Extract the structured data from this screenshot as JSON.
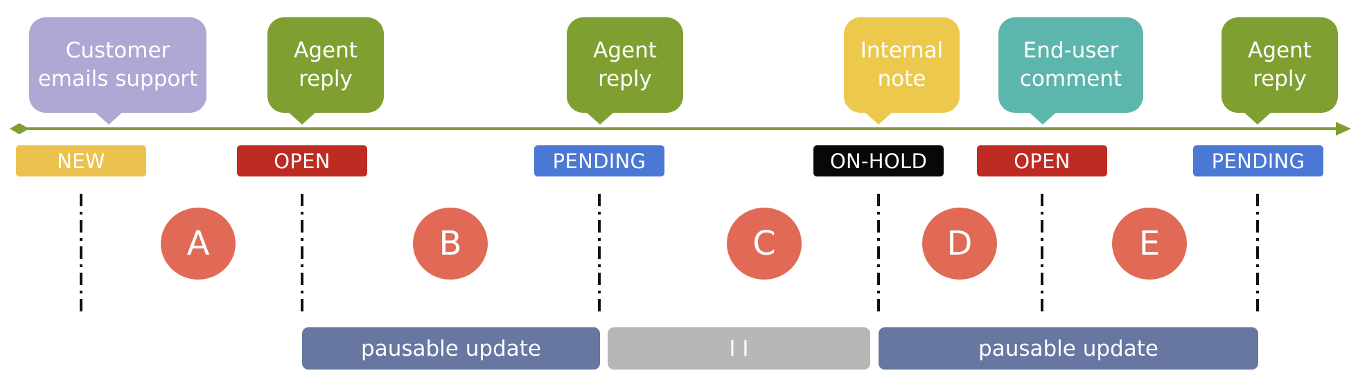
{
  "bubbles": [
    {
      "text": "Customer\nemails support"
    },
    {
      "text": "Agent\nreply"
    },
    {
      "text": "Agent\nreply"
    },
    {
      "text": "Internal\nnote"
    },
    {
      "text": "End-user\ncomment"
    },
    {
      "text": "Agent\nreply"
    }
  ],
  "statuses": [
    {
      "label": "NEW"
    },
    {
      "label": "OPEN"
    },
    {
      "label": "PENDING"
    },
    {
      "label": "ON-HOLD"
    },
    {
      "label": "OPEN"
    },
    {
      "label": "PENDING"
    }
  ],
  "segments": [
    {
      "label": "A"
    },
    {
      "label": "B"
    },
    {
      "label": "C"
    },
    {
      "label": "D"
    },
    {
      "label": "E"
    }
  ],
  "bars": [
    {
      "label": "pausable update"
    },
    {
      "label": "I I"
    },
    {
      "label": "pausable update"
    }
  ],
  "colors": {
    "timeline": "#809f31",
    "bubble_purple": "#b0a7d5",
    "bubble_green": "#809f31",
    "bubble_yellow": "#ecc94d",
    "bubble_teal": "#5db6ab",
    "status_new": "#ecc24f",
    "status_open": "#be2b22",
    "status_pending": "#4b78d4",
    "status_hold": "#080808",
    "circle": "#e06a56",
    "bar_blue": "#6777a1",
    "bar_gray": "#b7b7b7"
  }
}
